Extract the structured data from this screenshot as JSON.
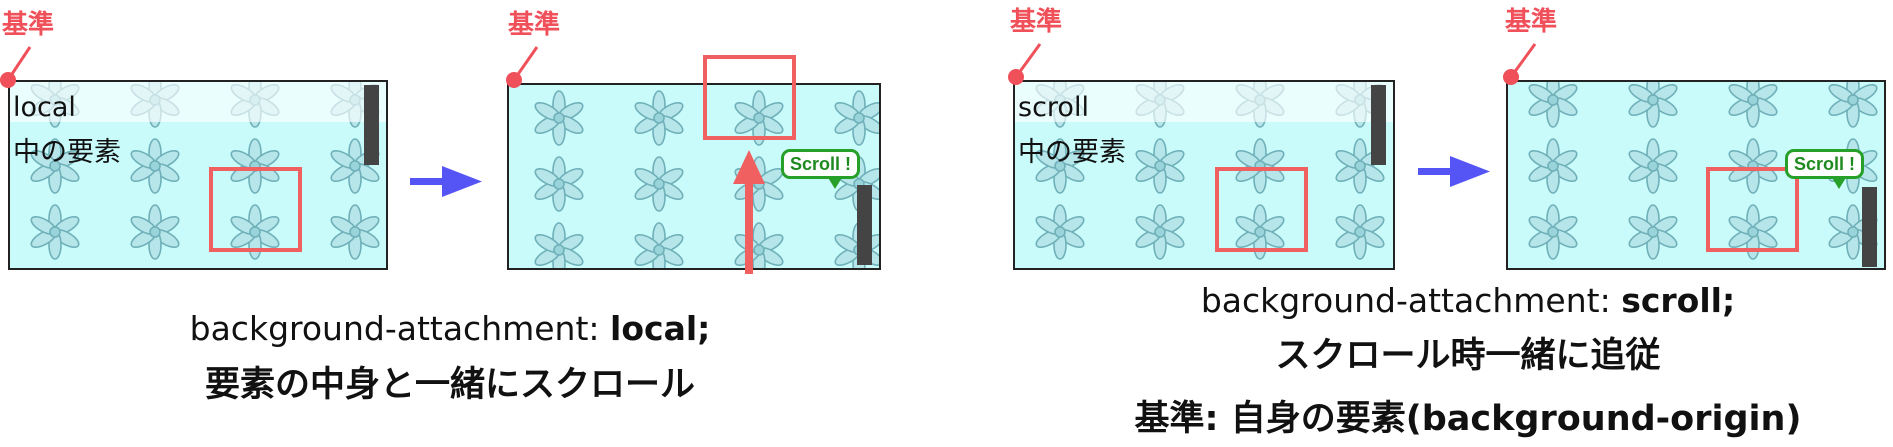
{
  "reference_label": "基準",
  "scroll_badge": "Scroll !",
  "colors": {
    "reference": "#f0505a",
    "highlight": "#f06060",
    "arrow": "#5555f5",
    "badge_border": "#27a02a",
    "box_background": "#c9fbfb",
    "scrollbar": "#444444"
  },
  "local_example": {
    "before_box_text_1": "local",
    "before_box_text_2": "中の要素",
    "caption_prefix": "background-attachment: ",
    "caption_value": "local;",
    "caption_line2": "要素の中身と一緒にスクロール"
  },
  "scroll_example": {
    "before_box_text_1": "scroll",
    "before_box_text_2": "中の要素",
    "caption_prefix": "background-attachment: ",
    "caption_value": "scroll;",
    "caption_line2": "スクロール時一緒に追従",
    "caption_line3": "基準: 自身の要素(background-origin)"
  }
}
